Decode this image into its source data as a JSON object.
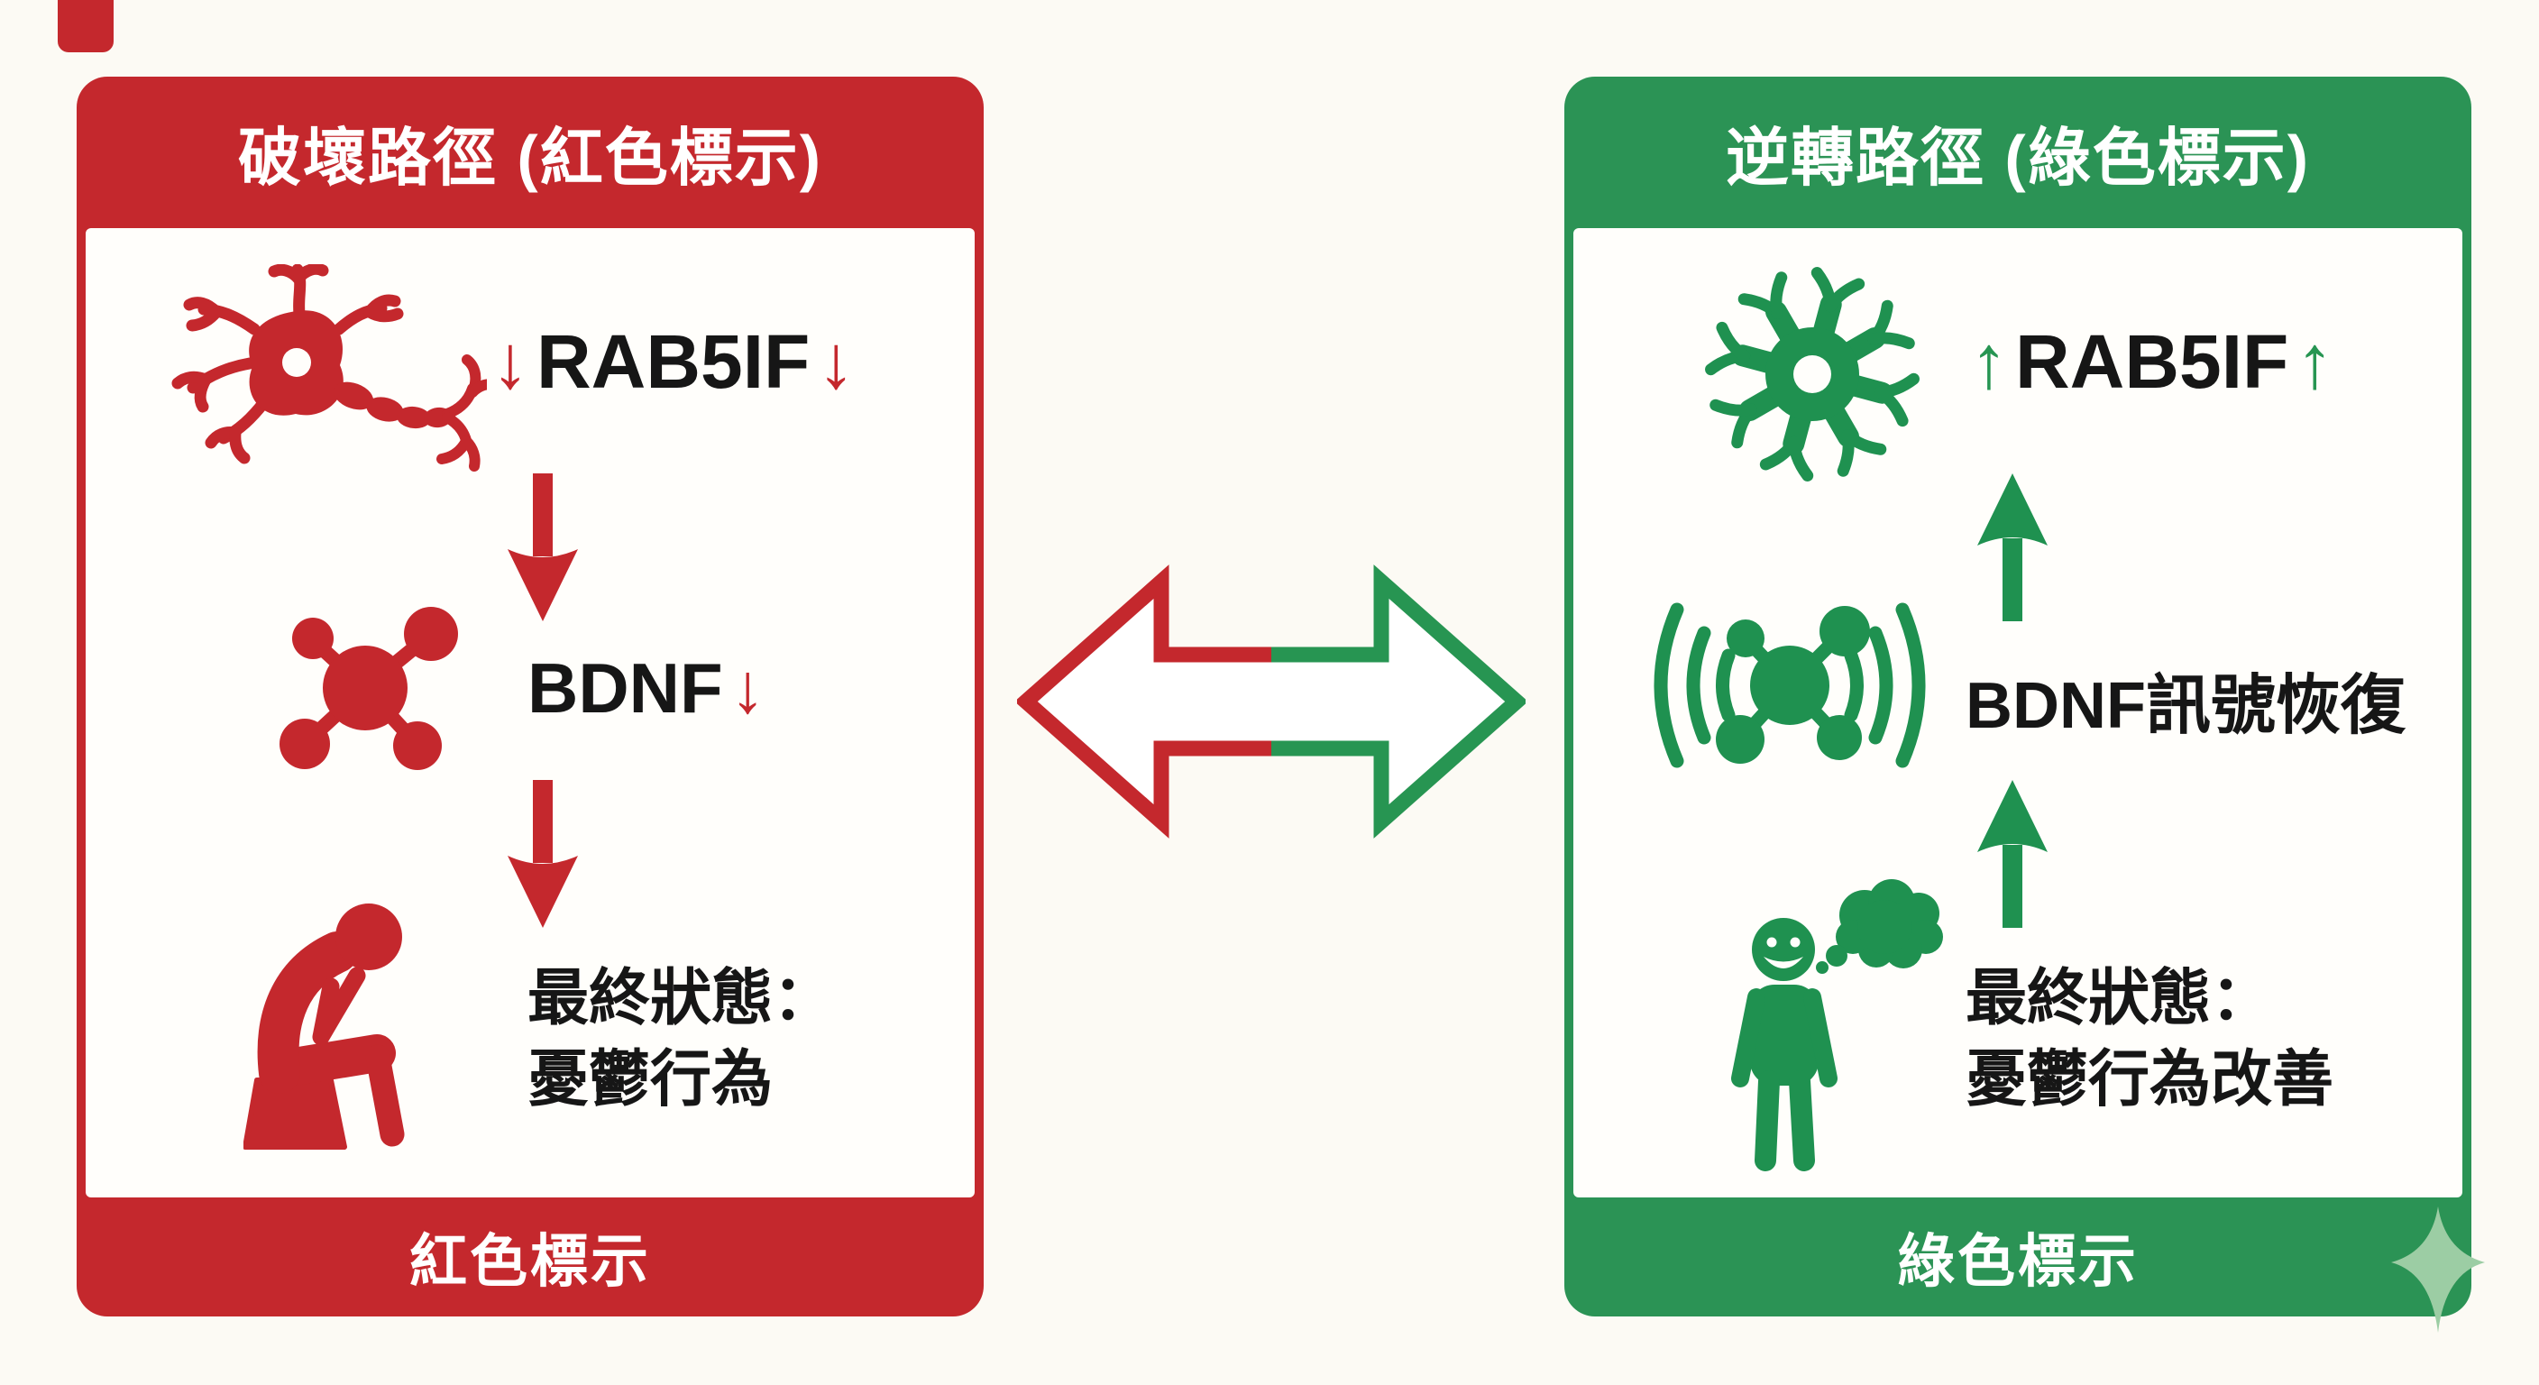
{
  "colors": {
    "red": "#C4282D",
    "green_panel": "#2B9355",
    "green_icon": "#1F9150",
    "text_black": "#161616",
    "background": "#FCFAF4",
    "panel_body_white": "#FFFEFB",
    "sparkle_green": "#9CCDA4"
  },
  "left_panel": {
    "header": "破壞路徑 (紅色標示)",
    "rab5if": {
      "prefix_arrow": "↓",
      "label": "RAB5IF",
      "suffix_arrow": "↓"
    },
    "bdnf": {
      "label": "BDNF",
      "suffix_arrow": "↓"
    },
    "final_state": {
      "line1": "最終狀態：",
      "line2": "憂鬱行為"
    },
    "footer": "紅色標示"
  },
  "right_panel": {
    "header": "逆轉路徑 (綠色標示)",
    "rab5if": {
      "prefix_arrow": "↑",
      "label": "RAB5IF",
      "suffix_arrow": "↑"
    },
    "bdnf": {
      "label": "BDNF訊號恢復"
    },
    "final_state": {
      "line1": "最終狀態：",
      "line2": "憂鬱行為改善"
    },
    "footer": "綠色標示"
  },
  "icons": {
    "left": [
      "neuron-icon",
      "down-arrow-icon",
      "molecule-icon",
      "down-arrow-icon",
      "depressed-person-icon"
    ],
    "right": [
      "neuron-icon",
      "up-arrow-icon",
      "signal-molecule-icon",
      "up-arrow-icon",
      "happy-person-icon",
      "thought-bubble-icon"
    ],
    "center": "bidirectional-arrow-icon",
    "watermark": "sparkle-icon"
  }
}
